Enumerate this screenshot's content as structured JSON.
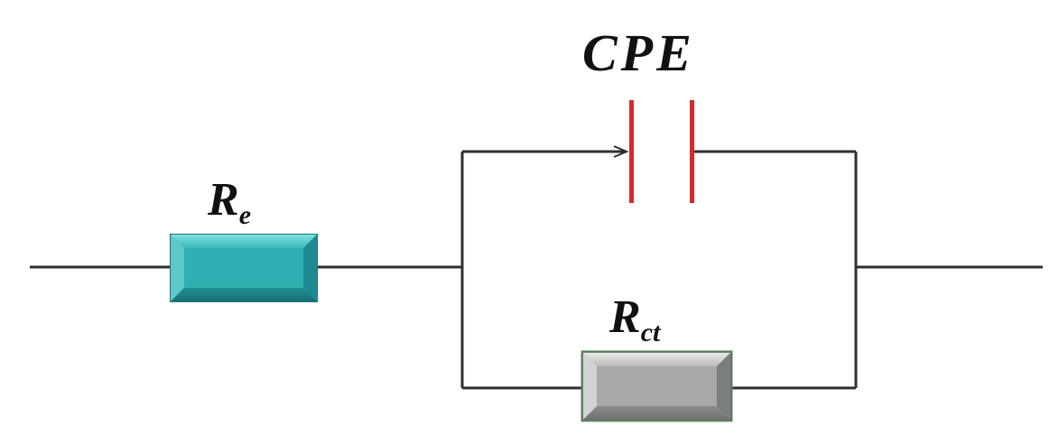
{
  "diagram": {
    "labels": {
      "cpe": "CPE",
      "re_main": "R",
      "re_sub": "e",
      "rct_main": "R",
      "rct_sub": "ct"
    },
    "colors": {
      "wire": "#2f2f2f",
      "capacitor_plate": "#d42a2a",
      "resistor_re": "#2aa7a7",
      "resistor_re_border": "#1f6f7a",
      "resistor_rct": "#a9a9a9",
      "resistor_rct_border": "#5f7f5f"
    }
  }
}
